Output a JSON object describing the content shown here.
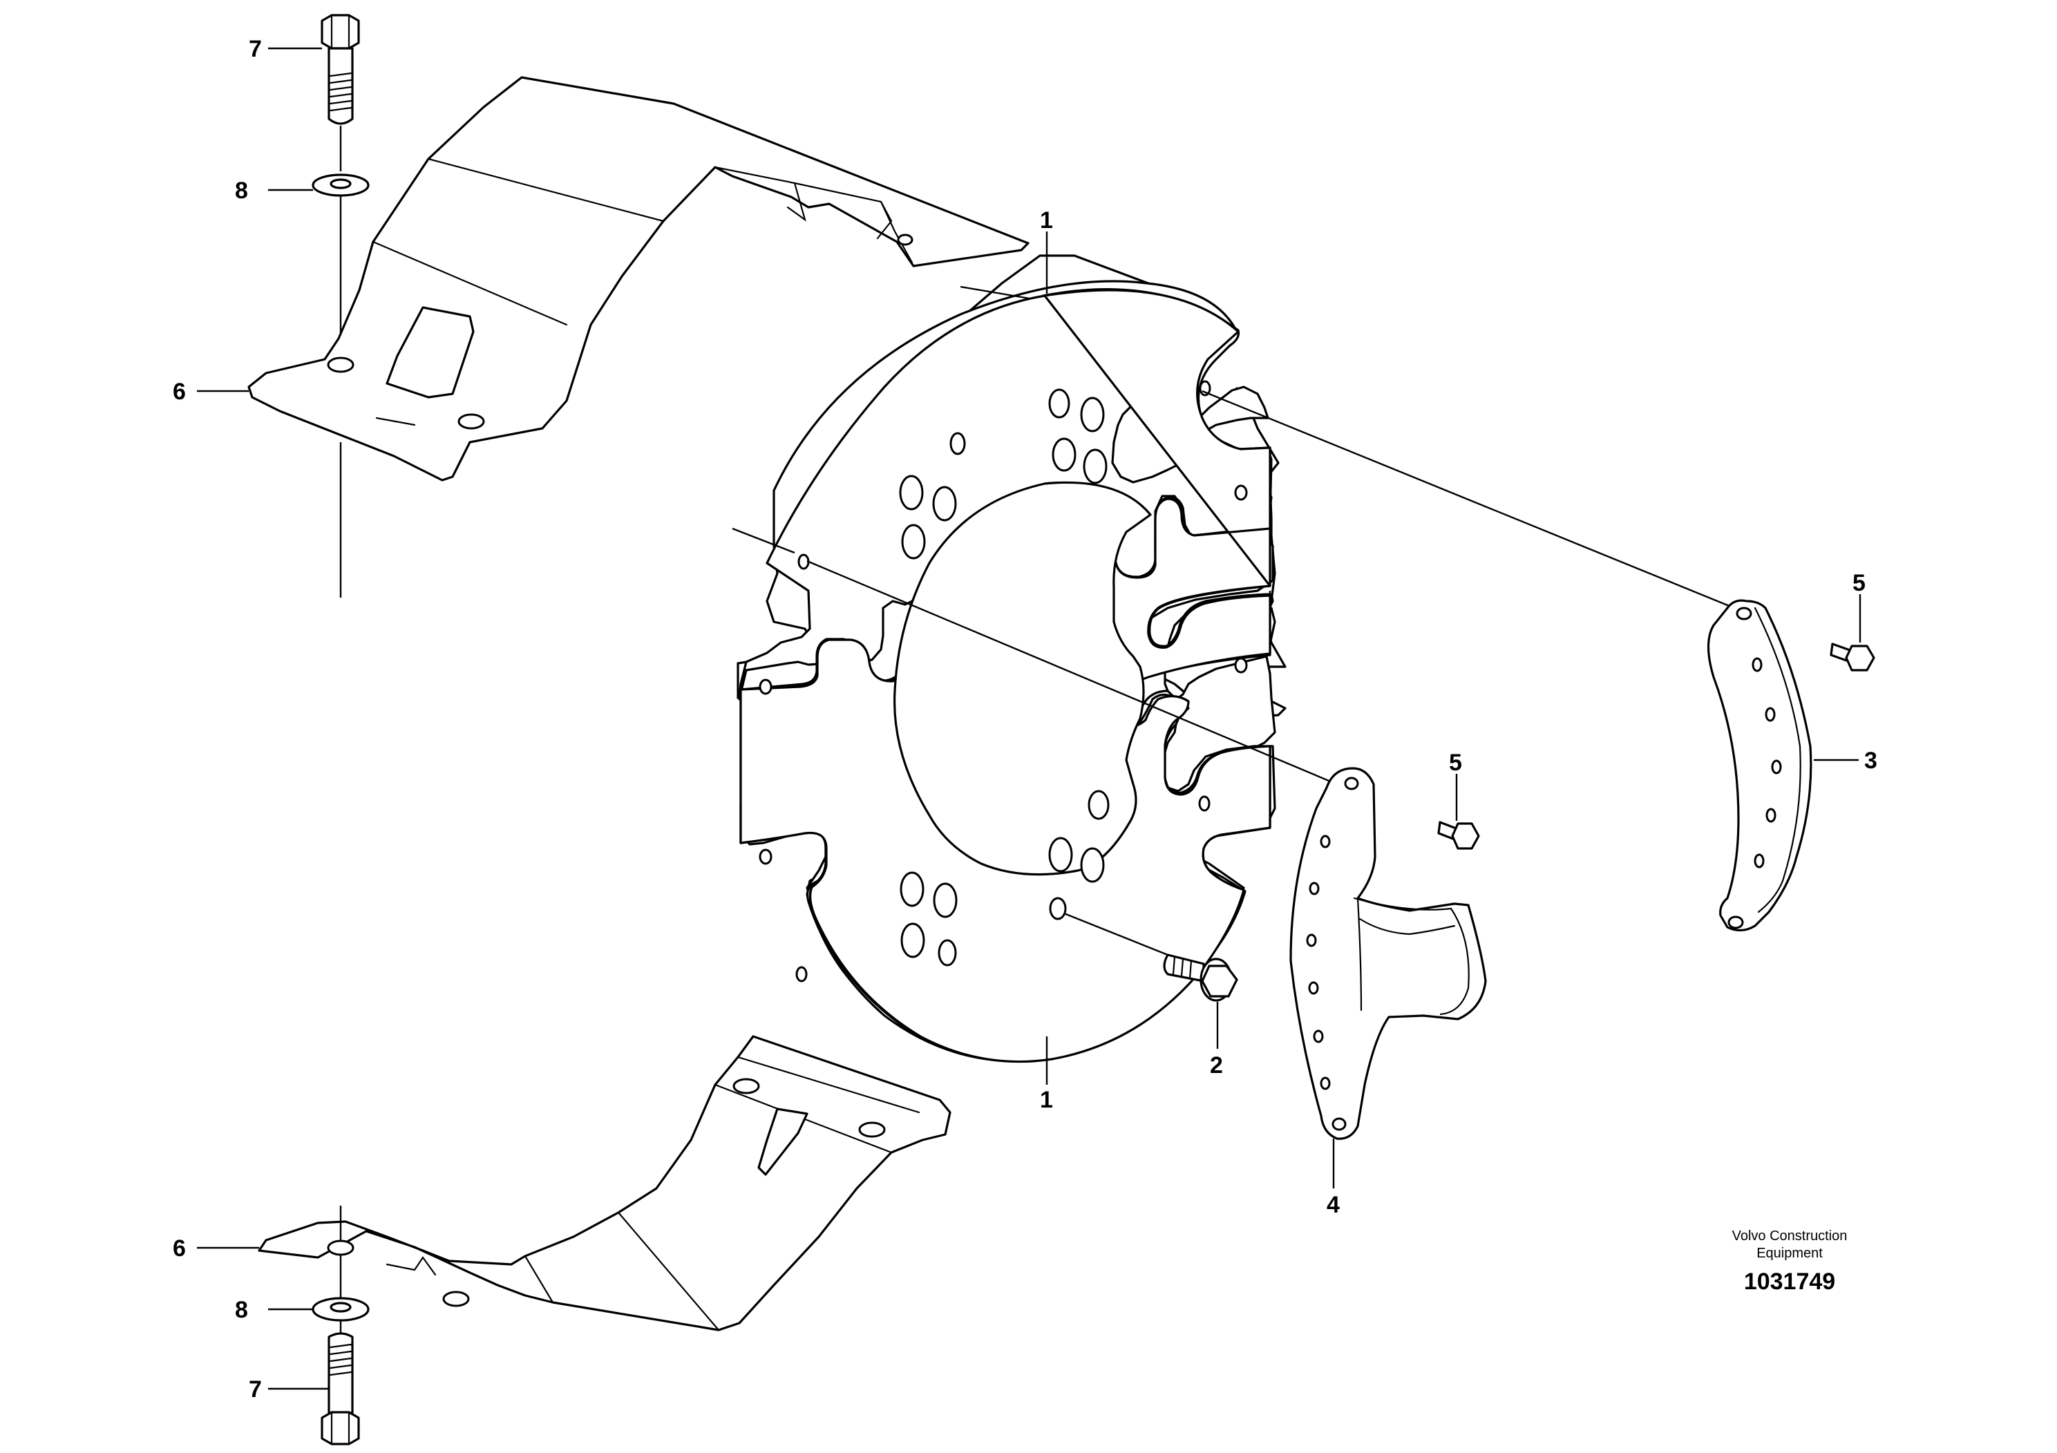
{
  "callouts": {
    "top_bolt": "7",
    "top_washer": "8",
    "top_bracket": "6",
    "disc_top": "1",
    "disc_bottom": "1",
    "flange_bolt": "2",
    "segment_right": "3",
    "segment_center": "4",
    "screw_right": "5",
    "screw_center": "5",
    "bottom_bracket": "6",
    "bottom_washer": "8",
    "bottom_bolt": "7"
  },
  "brand": {
    "line1": "Volvo Construction",
    "line2": "Equipment"
  },
  "drawing_number": "1031749"
}
